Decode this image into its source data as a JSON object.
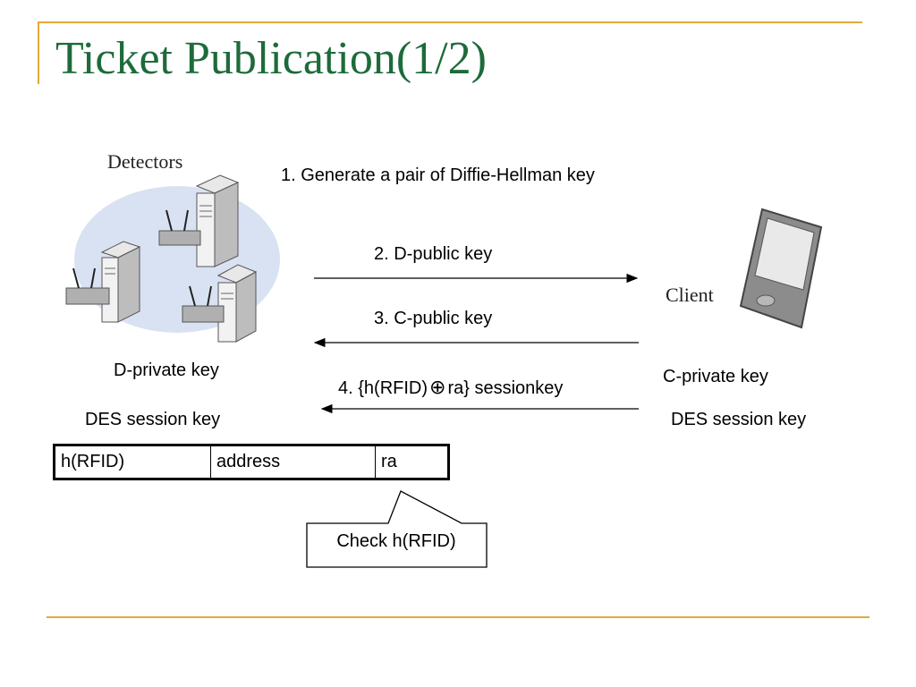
{
  "slide": {
    "title": "Ticket Publication(1/2)"
  },
  "detectors": {
    "label": "Detectors",
    "private_key": "D-private key",
    "session_key": "DES session key"
  },
  "client": {
    "label": "Client",
    "private_key": "C-private key",
    "session_key": "DES session key"
  },
  "steps": {
    "step1": "1. Generate a pair of Diffie-Hellman key",
    "step2": "2. D-public key",
    "step3": "3. C-public key",
    "step4_prefix": "4. {h(RFID)",
    "step4_symbol": "⊕",
    "step4_suffix": "ra} sessionkey"
  },
  "ticket_table": {
    "cells": [
      "h(RFID)",
      "address",
      "ra"
    ]
  },
  "callout": {
    "text": "Check h(RFID)"
  },
  "colors": {
    "accent_rule": "#e3a93a",
    "title": "#1d6b3a"
  }
}
